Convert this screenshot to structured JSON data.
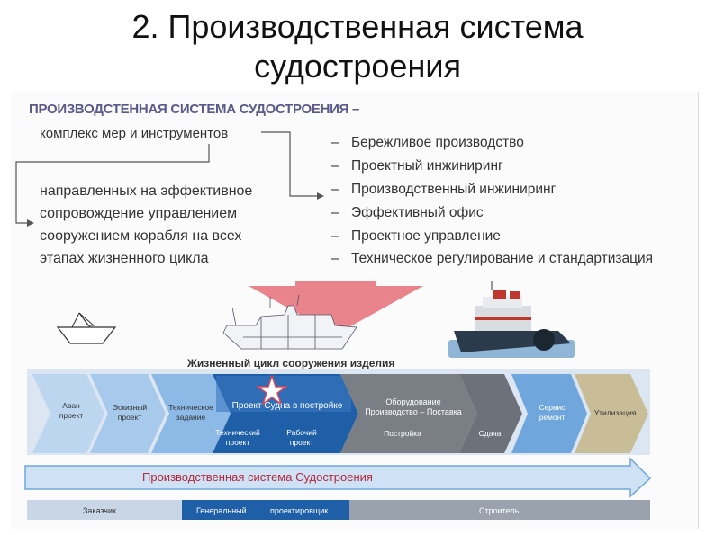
{
  "slide": {
    "title_line1": "2. Производственная система",
    "title_line2": "судостроения"
  },
  "definition": {
    "heading": "ПРОИЗВОДСТЕННАЯ СИСТЕМА СУДОСТРОЕНИЯ –",
    "subheading": "комплекс мер  и инструментов",
    "desc_lines": [
      "направленных на эффективное",
      "сопровождение управлением",
      "сооружением корабля на всех",
      "этапах жизненного цикла"
    ]
  },
  "tools": [
    "Бережливое производство",
    "Проектный инжиниринг",
    "Производственный инжиниринг",
    "Эффективный офис",
    "Проектное управление",
    "Техническое регулирование и стандартизация"
  ],
  "lifecycle": {
    "label": "Жизненный цикл сооружения изделия",
    "stages": [
      {
        "line1": "Аван",
        "line2": "проект"
      },
      {
        "line1": "Эскизный",
        "line2": "проект"
      },
      {
        "line1": "Техническое",
        "line2": "задание"
      },
      {
        "line1": "Проект  Судна в постройке",
        "line2": ""
      },
      {
        "line1": "Оборудование",
        "line2": "Производство – Поставка"
      },
      {
        "line1": "Сервис",
        "line2": "ремонт"
      },
      {
        "line1": "Утилизация",
        "line2": ""
      }
    ],
    "sub_stages": [
      {
        "line1": "Технический",
        "line2": "проект"
      },
      {
        "line1": "Рабочий",
        "line2": "проект"
      },
      {
        "line1": "Постройка",
        "line2": ""
      },
      {
        "line1": "Сдача",
        "line2": ""
      }
    ]
  },
  "production_system_label": "Производственная система Судостроения",
  "participants": {
    "customer": "Заказчик",
    "designer_1": "Генеральный",
    "designer_2": "проектировщик",
    "builder": "Строитель"
  },
  "colors": {
    "light_blue": "#bcd6ef",
    "mid_blue": "#6fa7dc",
    "dark_blue": "#1f5fa8",
    "gray": "#7a7f86",
    "tan": "#c9bd98",
    "arrow_pink": "#e8777f",
    "accent_red": "#b3273a"
  }
}
